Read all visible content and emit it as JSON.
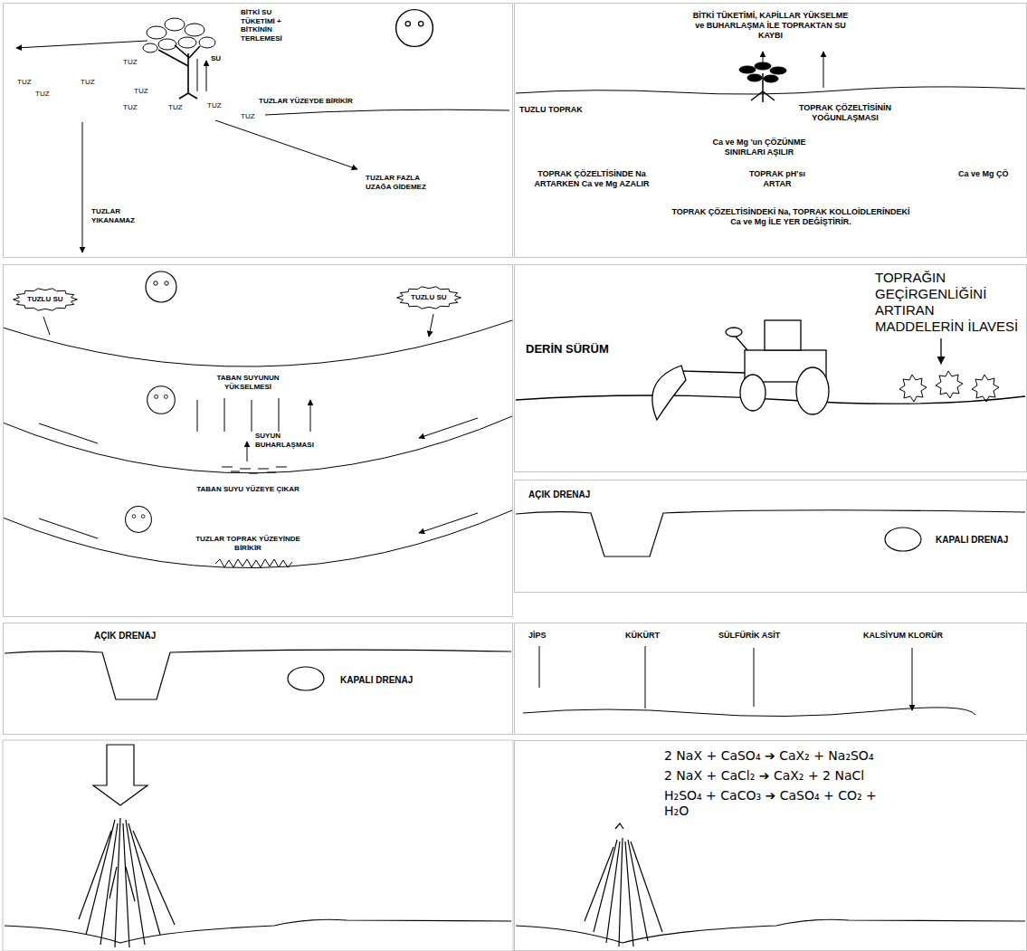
{
  "diagram": {
    "nodes": [
      {
        "text": [
          "BİTKİ SU TÜKETİMİ + BİTKİNİN TERLEMESİ",
          "SU",
          "TUZ",
          "TUZ",
          "TUZ",
          "TUZ",
          "TUZ",
          "TUZ",
          "TUZ",
          "TUZ",
          "TUZ",
          "TUZLAR YÜZEYDE BİRİKİR",
          "TUZLAR FAZLA UZAĞA GİDEMEZ",
          "TUZLAR YIKANAMAZ"
        ]
      },
      {
        "text": [
          "BİTKİ TÜKETİMİ, KAPİLLAR YÜKSELME ve BUHARLAŞMA İLE TOPRAKTAN SU KAYBI",
          "TUZLU TOPRAK",
          "TOPRAK ÇÖZELTİSİNİN YOĞUNLAŞMASI",
          "Ca ve Mg 'un ÇÖZÜNME SINIRLARI AŞILIR",
          "TOPRAK ÇÖZELTİSİNDE Na ARTARKEN Ca ve Mg AZALIR",
          "TOPRAK pH'sı ARTAR",
          "Ca ve Mg ÇÖ",
          "TOPRAK ÇÖZELTİSİNDEKİ Na, TOPRAK KOLLOİDLERİNDEKİ Ca ve Mg İLE YER DEĞİŞTİRİR."
        ]
      },
      {
        "text": [
          "TABAN SUYUNUN YÜKSELMESİ",
          "SUYUN BUHARLAŞMASI",
          "TABAN SUYU YÜZEYE ÇIKAR",
          "TUZLAR TOPRAK YÜZEYİNDE BİRİKİR"
        ]
      },
      {
        "text": [
          "TUZLU SU"
        ],
        "in": 2
      },
      {
        "text": [
          "TUZLU SU"
        ],
        "in": 2
      },
      {
        "text": [
          "TOPRAĞIN GEÇİRGENLİĞİNİ ARTIRAN MADDELERİN İLAVESİ",
          "DERİN SÜRÜM"
        ]
      },
      {
        "text": [
          "AÇIK DRENAJ",
          "KAPALI DRENAJ"
        ]
      },
      {
        "text": [
          "AÇIK DRENAJ",
          "KAPALI DRENAJ"
        ]
      },
      {
        "text": [
          "JİPS",
          "KÜKÜRT",
          "SÜLFÜRİK ASİT",
          "KALSİYUM KLORÜR"
        ]
      },
      {
        "text": [
          "2 NaX + CaSO₄ ➔ CaX₂ + Na₂SO₄",
          "2 NaX + CaCl₂ ➔ CaX₂ + 2 NaCl",
          "H₂SO₄ + CaCO₃ ➔ CaSO₄ + CO₂ + H₂O"
        ]
      }
    ]
  }
}
